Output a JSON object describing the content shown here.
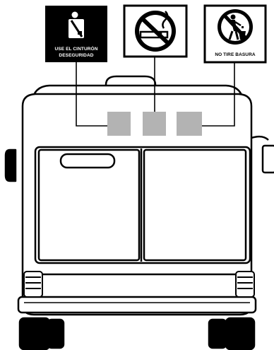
{
  "signs": {
    "seatbelt": {
      "label_line1": "USE EL CINTURÓN",
      "label_line2": "DESEGURIDAD",
      "icon": "seatbelt-icon",
      "background": "#000000",
      "foreground": "#ffffff"
    },
    "no_smoking": {
      "icon": "no-smoking-icon",
      "background": "#ffffff",
      "foreground": "#000000"
    },
    "no_littering": {
      "label": "NO TIRE BASURA",
      "icon": "no-littering-icon",
      "background": "#ffffff",
      "foreground": "#000000"
    }
  },
  "bus": {
    "body_color": "#ffffff",
    "outline_color": "#000000",
    "placement_marker_color": "#b3b3b3",
    "placement_marker_count": 3
  }
}
